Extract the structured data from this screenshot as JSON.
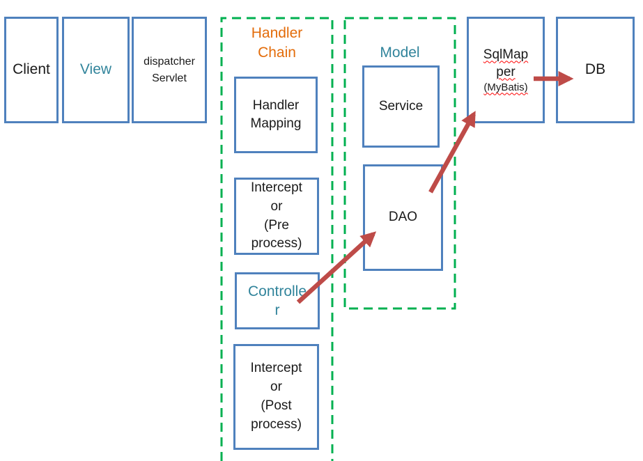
{
  "diagram": {
    "boxes": {
      "client": {
        "label": "Client"
      },
      "view": {
        "label": "View"
      },
      "dispatcher_servlet": {
        "lines": [
          "dispatcher",
          "Servlet"
        ]
      },
      "handler_mapping": {
        "lines": [
          "Handler",
          "Mapping"
        ]
      },
      "interceptor_pre": {
        "lines": [
          "Intercept",
          "or",
          "(Pre",
          "process)"
        ]
      },
      "controller": {
        "lines": [
          "Controlle",
          "r"
        ]
      },
      "interceptor_post": {
        "lines": [
          "Intercept",
          "or",
          "(Post",
          "process)"
        ]
      },
      "service": {
        "label": "Service"
      },
      "dao": {
        "label": "DAO"
      },
      "sql_mapper": {
        "line1": "SqlMap",
        "line2": "per",
        "line3": "(MyBatis)"
      },
      "db": {
        "label": "DB"
      }
    },
    "groups": {
      "handler_chain": {
        "lines": [
          "Handler",
          "Chain"
        ]
      },
      "model": {
        "label": "Model"
      }
    },
    "arrows": [
      {
        "from": "controller",
        "to": "dao"
      },
      {
        "from": "dao",
        "to": "sql_mapper"
      },
      {
        "from": "sql_mapper",
        "to": "db"
      }
    ],
    "colors": {
      "box_border": "#4f81bd",
      "group_border": "#00b050",
      "arrow": "#be4b48",
      "accent_teal": "#31849b",
      "accent_orange": "#e36c0a",
      "spellcheck_underline": "#ff0000",
      "text": "#1a1a1a",
      "background": "#ffffff"
    }
  }
}
